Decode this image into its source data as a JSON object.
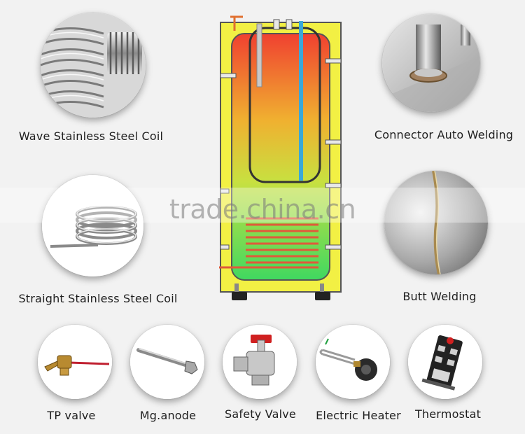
{
  "components": {
    "wave_coil": {
      "label": "Wave Stainless Steel Coil",
      "icon": "wave-coil-icon"
    },
    "connector_welding": {
      "label": "Connector Auto Welding",
      "icon": "connector-weld-icon"
    },
    "straight_coil": {
      "label": "Straight Stainless Steel Coil",
      "icon": "straight-coil-icon"
    },
    "butt_welding": {
      "label": "Butt Welding",
      "icon": "butt-weld-icon"
    },
    "tp_valve": {
      "label": "TP valve",
      "icon": "tp-valve-icon"
    },
    "mg_anode": {
      "label": "Mg.anode",
      "icon": "mg-anode-icon"
    },
    "safety_valve": {
      "label": "Safety Valve",
      "icon": "safety-valve-icon"
    },
    "electric_heater": {
      "label": "Electric Heater",
      "icon": "heater-icon"
    },
    "thermostat": {
      "label": "Thermostat",
      "icon": "thermostat-icon"
    }
  },
  "watermark": {
    "text": "trade.china.cn"
  },
  "colors": {
    "tank_frame": "#f2f044",
    "tank_hot": "#f04030",
    "tank_cold": "#40d860",
    "coil": "#e05a3a",
    "inlet_pipe": "#3aa8d8"
  }
}
